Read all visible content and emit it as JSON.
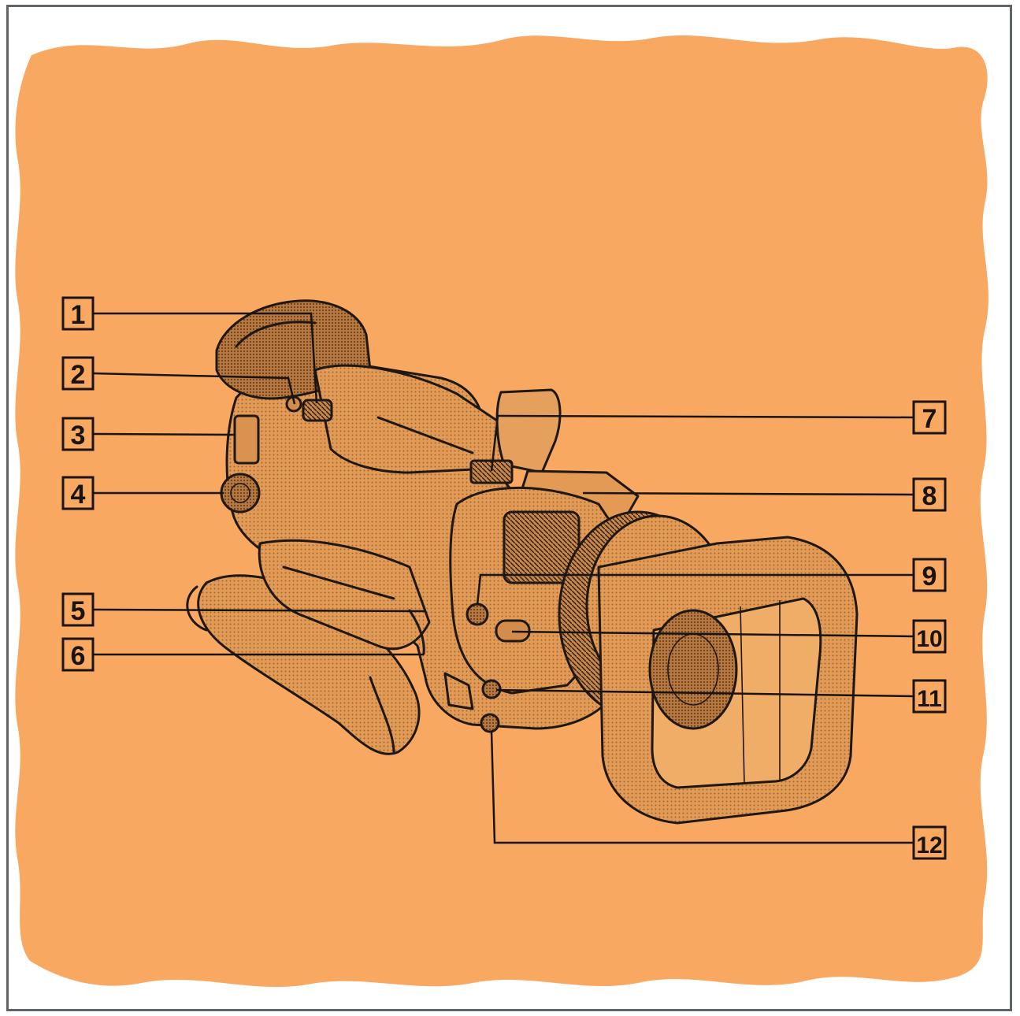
{
  "figure": {
    "background_color": "#f9a862",
    "ink_color": "#1e1712",
    "frame_color": "#5f6468",
    "subject": "camcorder-front-left-view"
  },
  "callouts": [
    {
      "number": "1",
      "icon": "callout-label"
    },
    {
      "number": "2",
      "icon": "callout-label"
    },
    {
      "number": "3",
      "icon": "callout-label"
    },
    {
      "number": "4",
      "icon": "callout-label"
    },
    {
      "number": "5",
      "icon": "callout-label"
    },
    {
      "number": "6",
      "icon": "callout-label"
    },
    {
      "number": "7",
      "icon": "callout-label"
    },
    {
      "number": "8",
      "icon": "callout-label"
    },
    {
      "number": "9",
      "icon": "callout-label"
    },
    {
      "number": "10",
      "icon": "callout-label"
    },
    {
      "number": "11",
      "icon": "callout-label"
    },
    {
      "number": "12",
      "icon": "callout-label"
    }
  ]
}
